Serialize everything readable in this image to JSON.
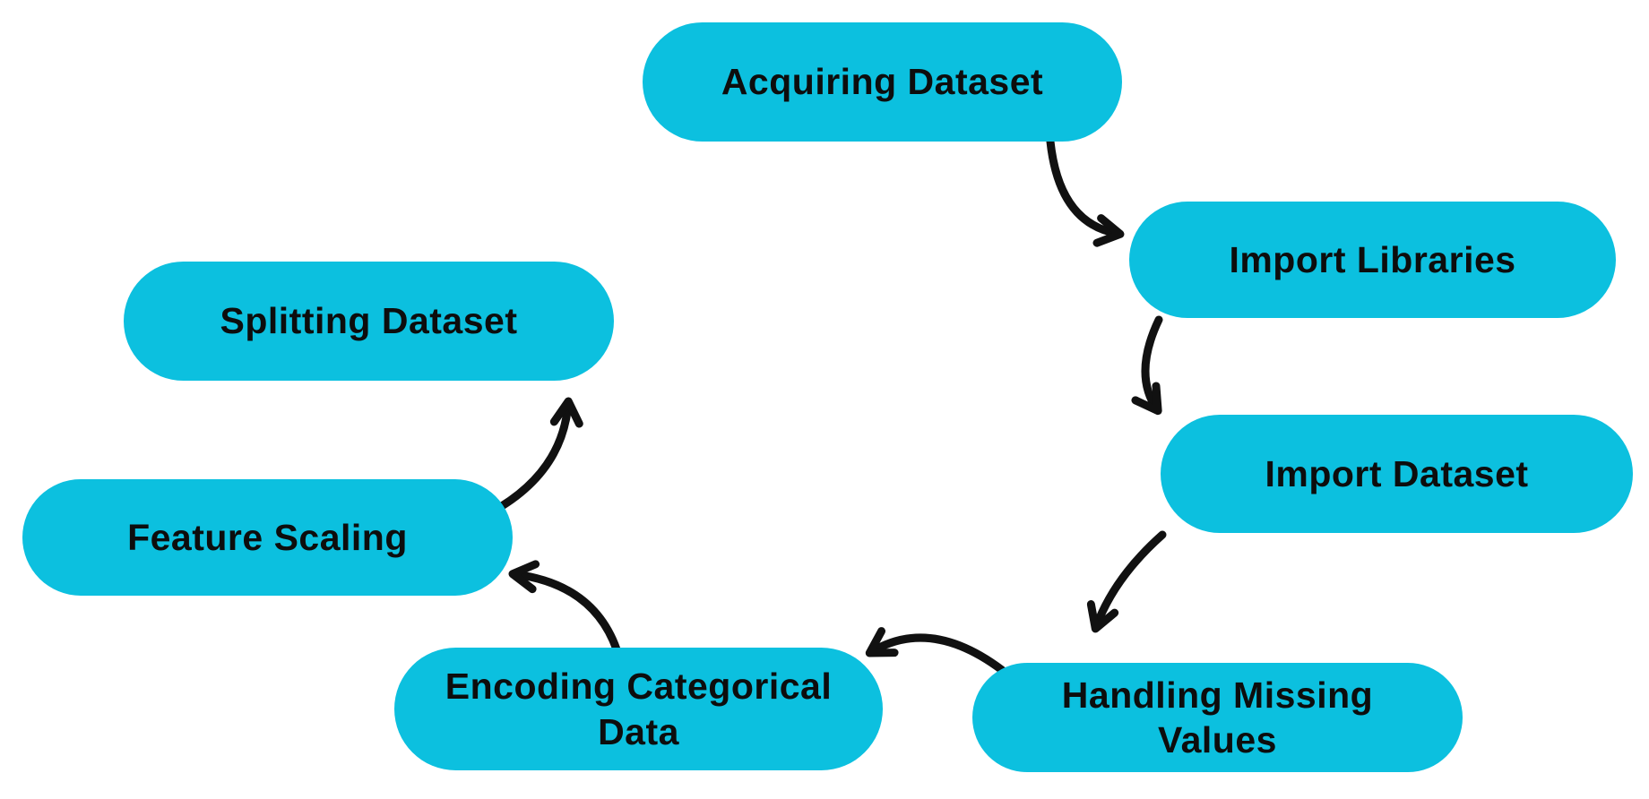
{
  "diagram": {
    "type": "flowchart",
    "nodes": [
      {
        "id": "acquiring-dataset",
        "label": "Acquiring Dataset"
      },
      {
        "id": "import-libraries",
        "label": "Import Libraries"
      },
      {
        "id": "import-dataset",
        "label": "Import Dataset"
      },
      {
        "id": "handling-missing-values",
        "label": "Handling Missing Values"
      },
      {
        "id": "encoding-categorical-data",
        "label": "Encoding Categorical Data"
      },
      {
        "id": "feature-scaling",
        "label": "Feature Scaling"
      },
      {
        "id": "splitting-dataset",
        "label": "Splitting Dataset"
      }
    ],
    "edges": [
      {
        "from": "acquiring-dataset",
        "to": "import-libraries"
      },
      {
        "from": "import-libraries",
        "to": "import-dataset"
      },
      {
        "from": "import-dataset",
        "to": "handling-missing-values"
      },
      {
        "from": "handling-missing-values",
        "to": "encoding-categorical-data"
      },
      {
        "from": "encoding-categorical-data",
        "to": "feature-scaling"
      },
      {
        "from": "feature-scaling",
        "to": "splitting-dataset"
      }
    ],
    "colors": {
      "node_fill": "#0cc0df",
      "text": "#0d0d0d",
      "arrow": "#111111",
      "background": "#ffffff"
    }
  }
}
